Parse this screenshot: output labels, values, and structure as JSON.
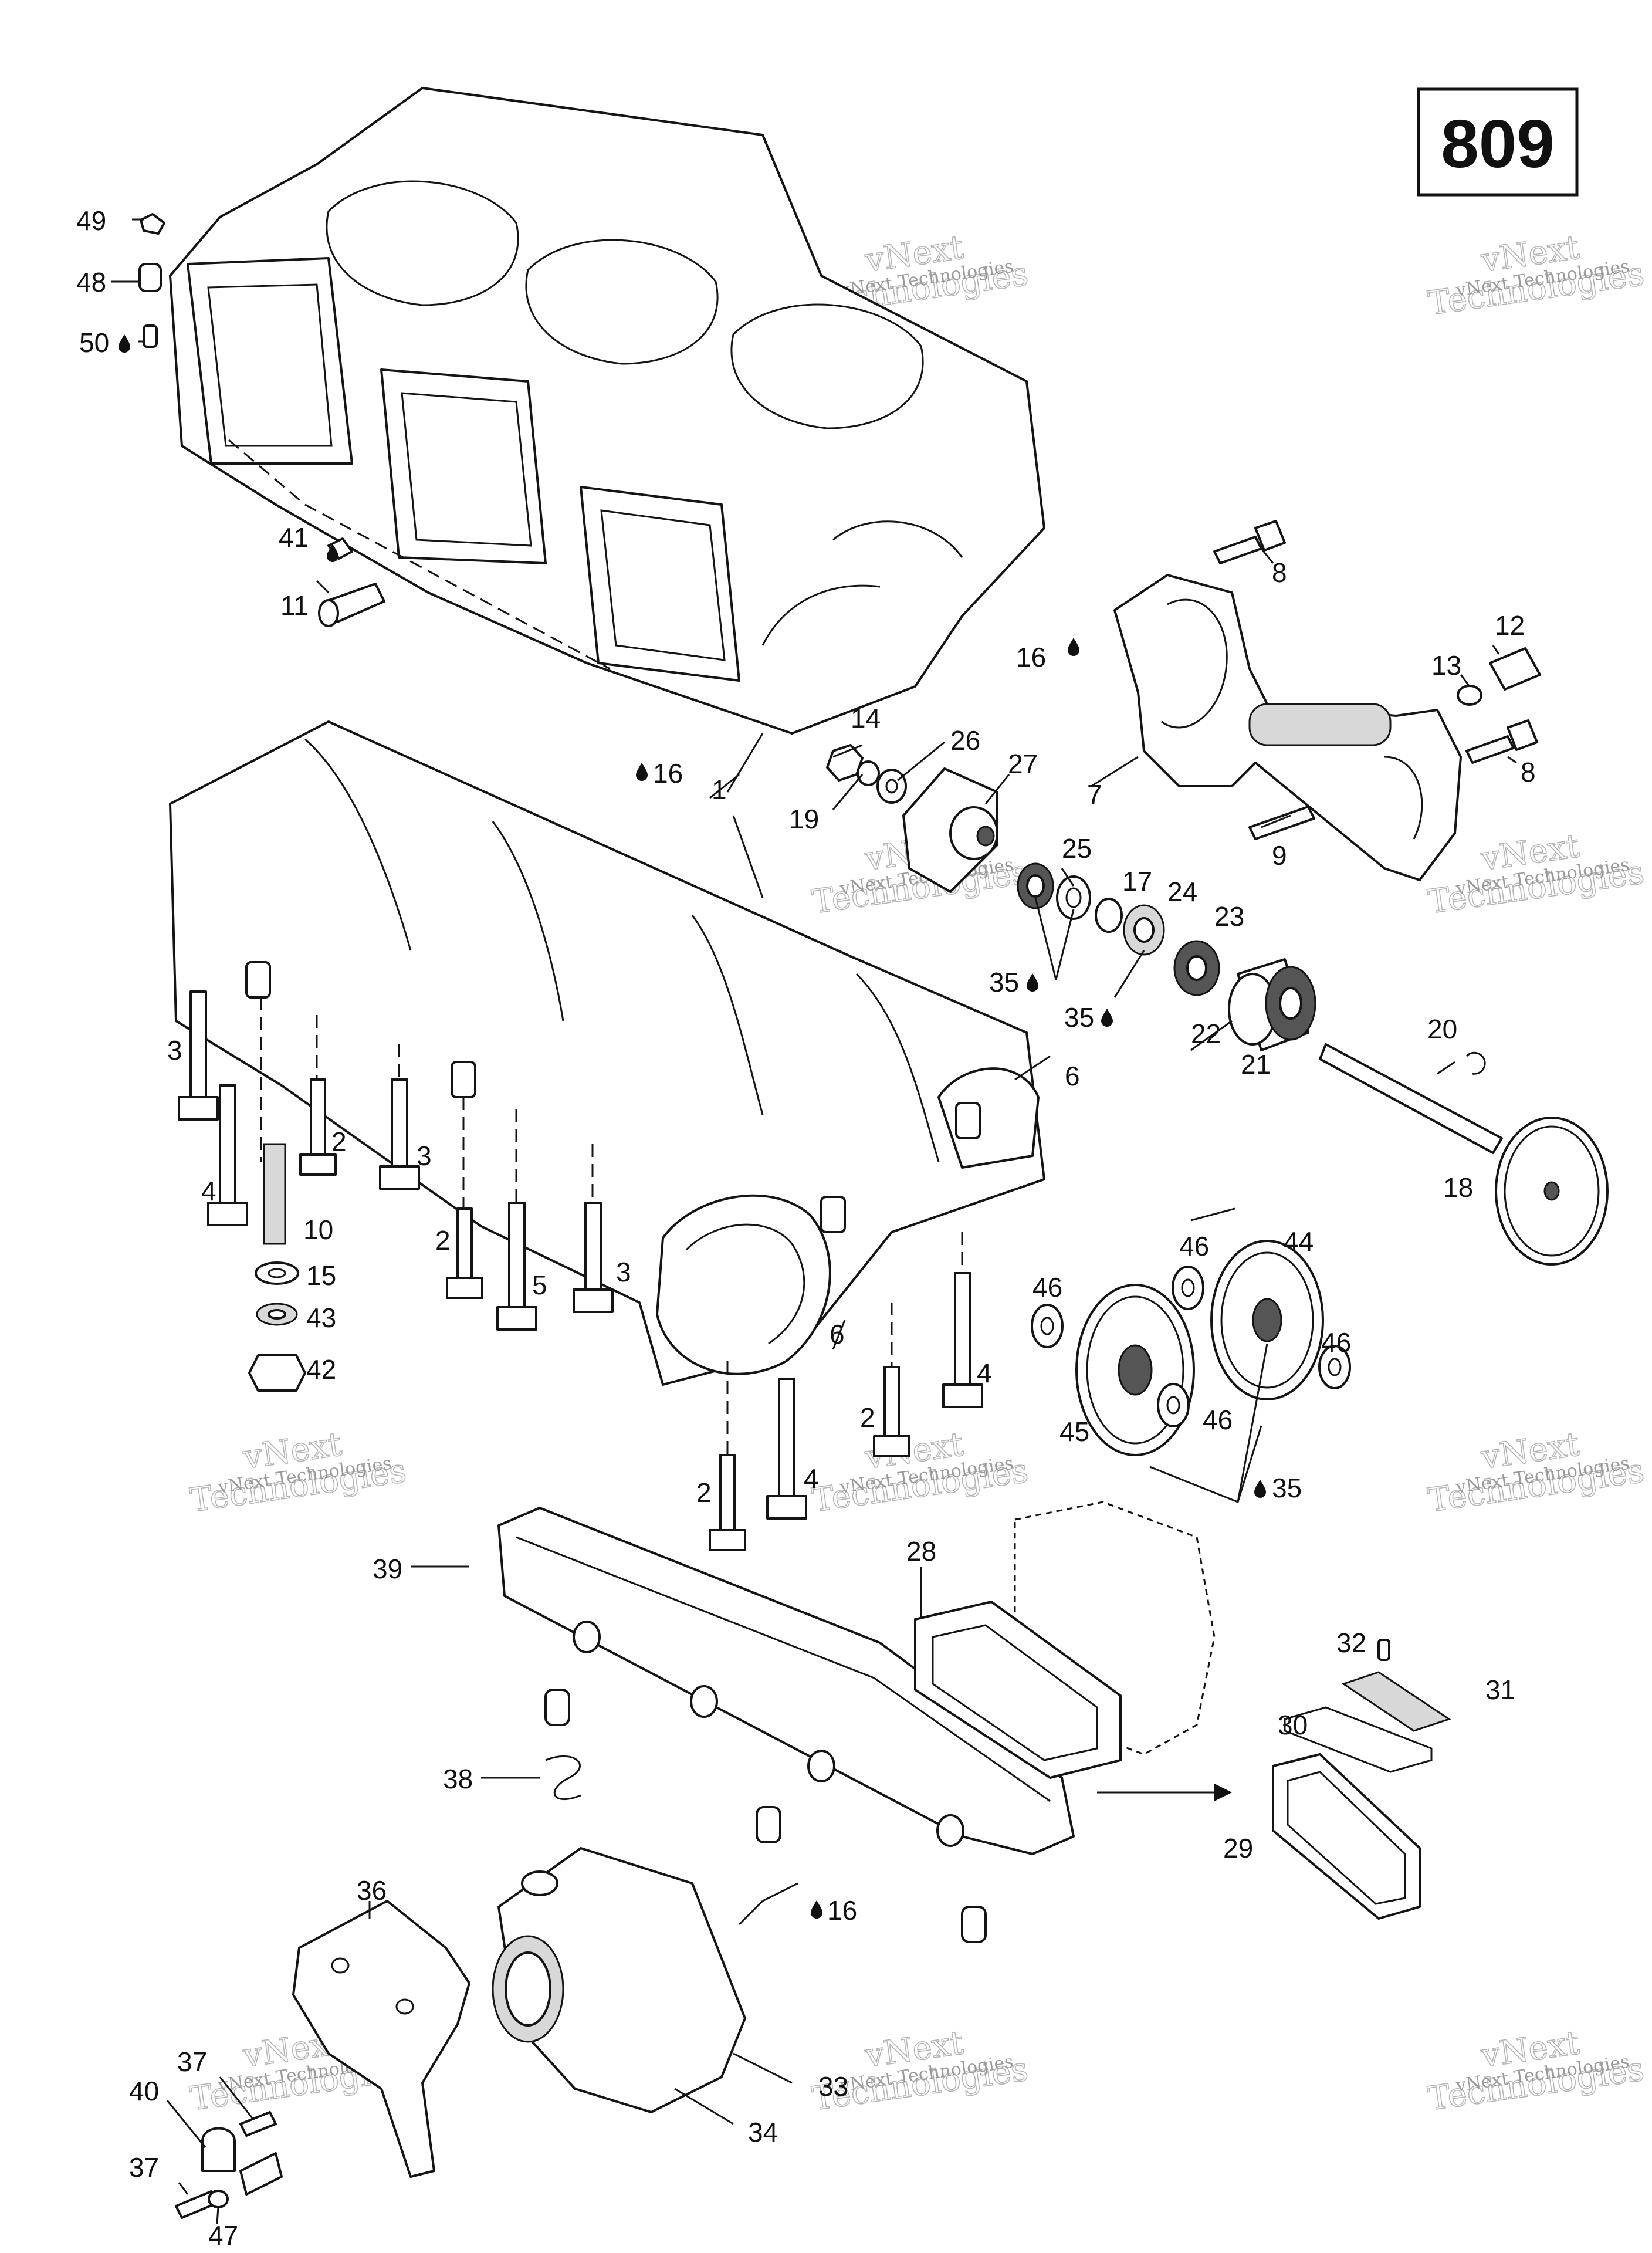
{
  "page_number": "809",
  "watermark": {
    "line1": "vNext Technologies",
    "line2": "vNext",
    "line3": "Technologies"
  },
  "drop_icon": "oil-drop-icon",
  "callouts": [
    {
      "id": "49",
      "text": "49"
    },
    {
      "id": "48",
      "text": "48"
    },
    {
      "id": "50",
      "text": "50"
    },
    {
      "id": "41",
      "text": "41"
    },
    {
      "id": "11",
      "text": "11"
    },
    {
      "id": "8a",
      "text": "8"
    },
    {
      "id": "8b",
      "text": "8"
    },
    {
      "id": "16a",
      "text": "16"
    },
    {
      "id": "16b",
      "text": "16"
    },
    {
      "id": "16c",
      "text": "16"
    },
    {
      "id": "12",
      "text": "12"
    },
    {
      "id": "13",
      "text": "13"
    },
    {
      "id": "14",
      "text": "14"
    },
    {
      "id": "26",
      "text": "26"
    },
    {
      "id": "27",
      "text": "27"
    },
    {
      "id": "19",
      "text": "19"
    },
    {
      "id": "1",
      "text": "1"
    },
    {
      "id": "7",
      "text": "7"
    },
    {
      "id": "9",
      "text": "9"
    },
    {
      "id": "25",
      "text": "25"
    },
    {
      "id": "17",
      "text": "17"
    },
    {
      "id": "24",
      "text": "24"
    },
    {
      "id": "23",
      "text": "23"
    },
    {
      "id": "35a",
      "text": "35"
    },
    {
      "id": "35b",
      "text": "35"
    },
    {
      "id": "35c",
      "text": "35"
    },
    {
      "id": "22",
      "text": "22"
    },
    {
      "id": "21",
      "text": "21"
    },
    {
      "id": "20",
      "text": "20"
    },
    {
      "id": "18",
      "text": "18"
    },
    {
      "id": "3a",
      "text": "3"
    },
    {
      "id": "3b",
      "text": "3"
    },
    {
      "id": "3c",
      "text": "3"
    },
    {
      "id": "2a",
      "text": "2"
    },
    {
      "id": "2b",
      "text": "2"
    },
    {
      "id": "2c",
      "text": "2"
    },
    {
      "id": "2d",
      "text": "2"
    },
    {
      "id": "4a",
      "text": "4"
    },
    {
      "id": "4b",
      "text": "4"
    },
    {
      "id": "4c",
      "text": "4"
    },
    {
      "id": "5",
      "text": "5"
    },
    {
      "id": "10",
      "text": "10"
    },
    {
      "id": "15",
      "text": "15"
    },
    {
      "id": "43",
      "text": "43"
    },
    {
      "id": "42",
      "text": "42"
    },
    {
      "id": "6a",
      "text": "6"
    },
    {
      "id": "6b",
      "text": "6"
    },
    {
      "id": "46a",
      "text": "46"
    },
    {
      "id": "46b",
      "text": "46"
    },
    {
      "id": "46c",
      "text": "46"
    },
    {
      "id": "46d",
      "text": "46"
    },
    {
      "id": "44",
      "text": "44"
    },
    {
      "id": "45",
      "text": "45"
    },
    {
      "id": "39",
      "text": "39"
    },
    {
      "id": "28",
      "text": "28"
    },
    {
      "id": "32",
      "text": "32"
    },
    {
      "id": "31",
      "text": "31"
    },
    {
      "id": "30",
      "text": "30"
    },
    {
      "id": "29",
      "text": "29"
    },
    {
      "id": "38",
      "text": "38"
    },
    {
      "id": "36",
      "text": "36"
    },
    {
      "id": "37a",
      "text": "37"
    },
    {
      "id": "37b",
      "text": "37"
    },
    {
      "id": "40",
      "text": "40"
    },
    {
      "id": "33",
      "text": "33"
    },
    {
      "id": "34",
      "text": "34"
    },
    {
      "id": "47",
      "text": "47"
    }
  ]
}
